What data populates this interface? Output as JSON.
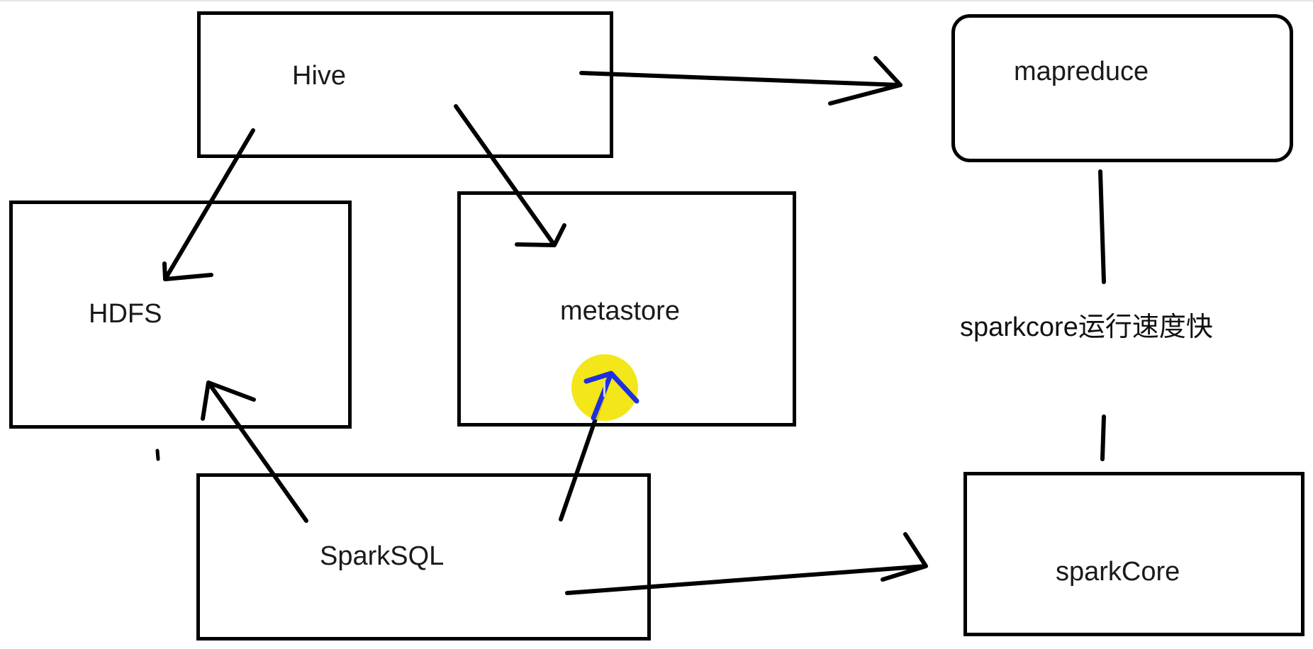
{
  "diagram": {
    "nodes": {
      "hive": "Hive",
      "hdfs": "HDFS",
      "metastore": "metastore",
      "sparksql": "SparkSQL",
      "mapreduce": "mapreduce",
      "sparkcore": "sparkCore"
    },
    "annotation": "sparkcore运行速度快",
    "colors": {
      "stroke": "#000000",
      "highlight": "#f2e300",
      "pen": "#1f2fe0"
    }
  }
}
